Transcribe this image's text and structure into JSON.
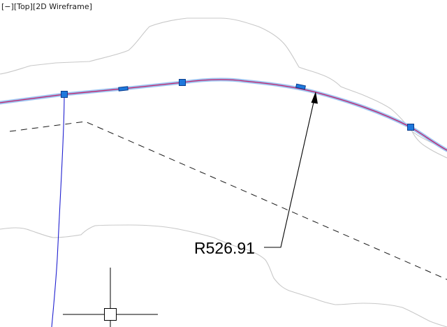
{
  "viewport": {
    "minimize_control": "[−]",
    "view_control": "[Top]",
    "visual_style_control": "[2D Wireframe]"
  },
  "drawing": {
    "radius_label": "R526.91"
  },
  "colors": {
    "background": "#ffffff",
    "alignment_highlight": "#9ec3f0",
    "alignment_line": "#c0206a",
    "grip_fill": "#1e78dc",
    "grip_stroke": "#0a3c8c",
    "contour_line": "#c8c8c8",
    "profile_line": "#2020d0",
    "leader_line": "#000000",
    "crosshair": "#000000"
  },
  "icons": {
    "grip": "blue-square-grip",
    "midgrip": "blue-rectangle-grip",
    "cursor": "crosshair-pickbox-icon"
  }
}
